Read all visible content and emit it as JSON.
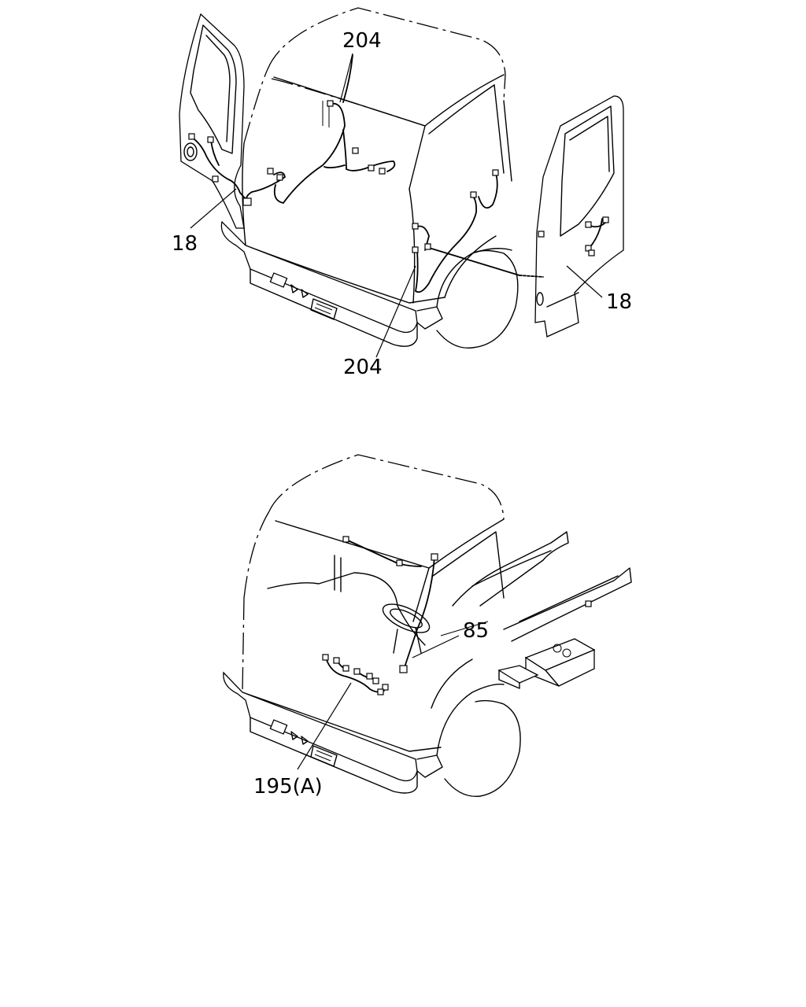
{
  "callouts": {
    "top_harness_upper": "204",
    "top_door_left": "18",
    "top_door_right": "18",
    "top_harness_lower": "204",
    "bottom_harness_right": "85",
    "bottom_harness_left": "195(A)"
  }
}
